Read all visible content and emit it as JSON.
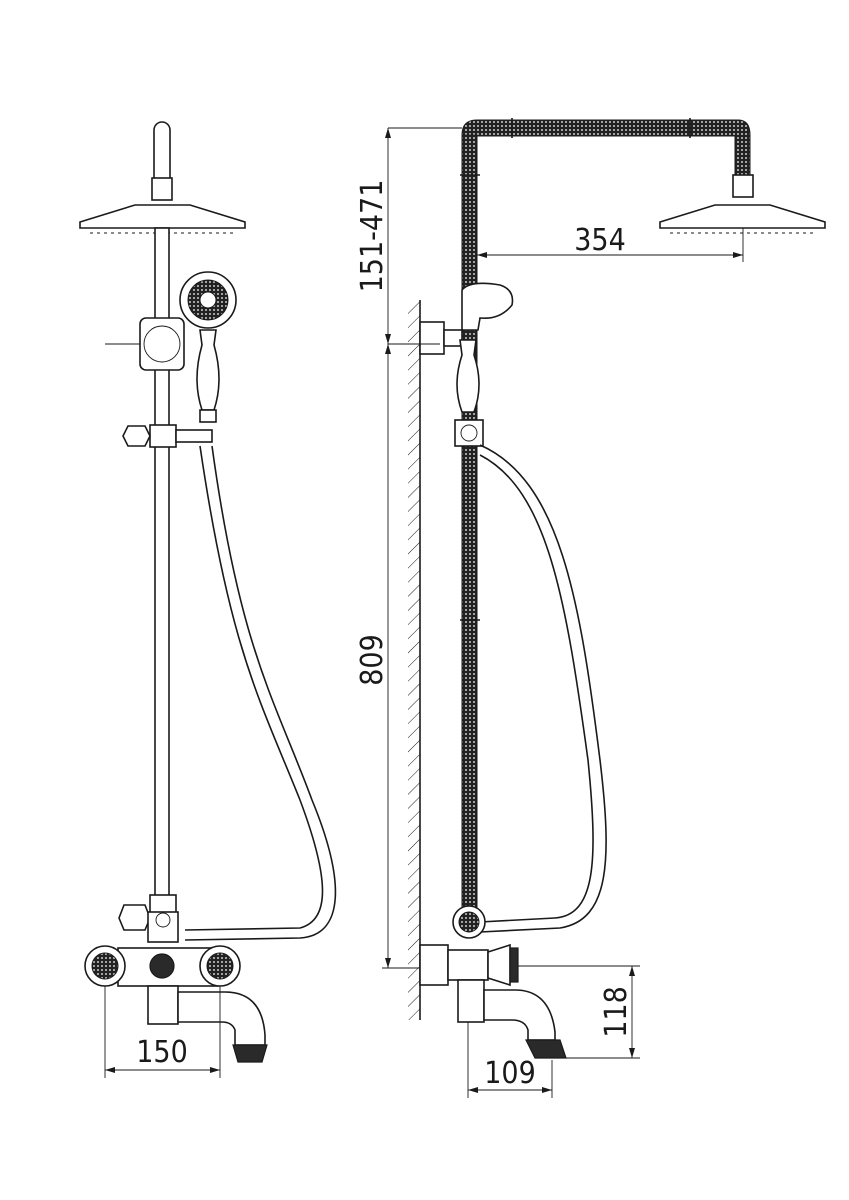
{
  "drawing": {
    "front_view": {
      "width_dimension": "150"
    },
    "side_view": {
      "height_range_dimension": "151-471",
      "arm_reach_dimension": "354",
      "rail_height_dimension": "809",
      "spout_reach_dimension": "109",
      "spout_height_dimension": "118"
    }
  }
}
